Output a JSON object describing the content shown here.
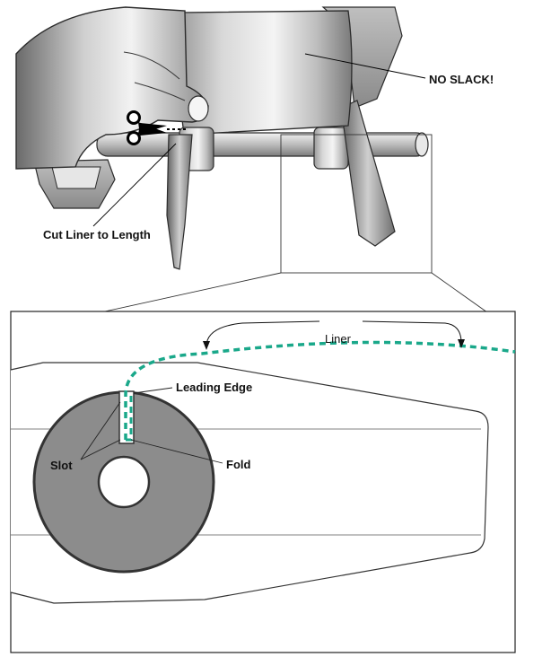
{
  "labels": {
    "no_slack": "NO SLACK!",
    "cut_liner": "Cut Liner to Length",
    "liner": "Liner",
    "leading_edge": "Leading Edge",
    "slot": "Slot",
    "fold": "Fold"
  },
  "colors": {
    "liner": "#1aa88a",
    "core_disc": "#8c8c8c",
    "metal_dark": "#6f6f6f",
    "metal_light": "#d9d9d9",
    "outline": "#2b2b2b"
  },
  "icons": {
    "cut_tool": "scissors-icon"
  }
}
